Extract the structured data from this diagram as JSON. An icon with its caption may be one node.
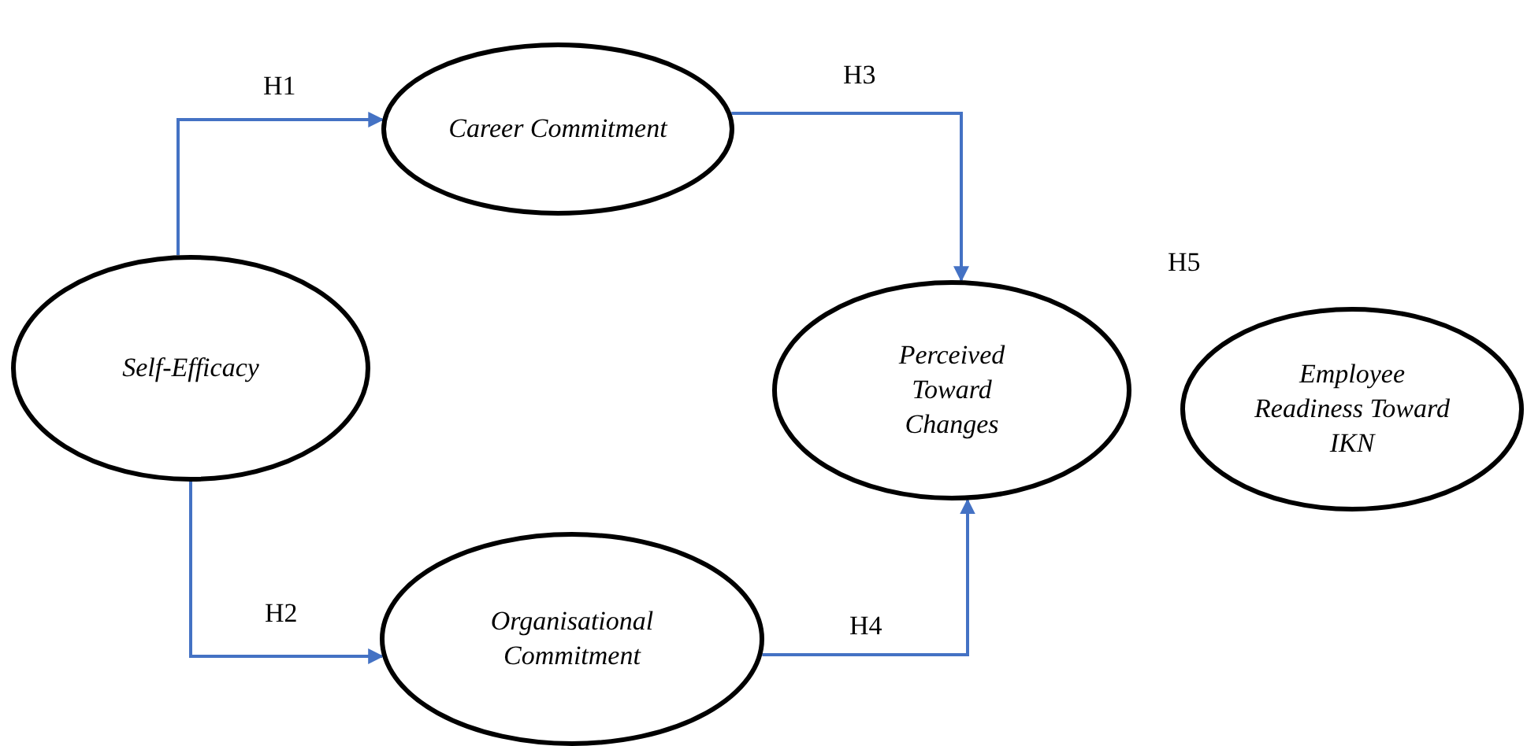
{
  "diagram": {
    "nodes": [
      {
        "text": [
          "Career Commitment"
        ]
      },
      {
        "text": [
          "Self-Efficacy"
        ]
      },
      {
        "text": [
          "Perceived Toward Changes"
        ]
      },
      {
        "text": [
          "Employee Readiness Toward IKN"
        ]
      },
      {
        "text": [
          "Organisational Commitment"
        ]
      }
    ],
    "edges": [
      {
        "from": 1,
        "to": 0,
        "arrow": "to",
        "label": "H1"
      },
      {
        "from": 0,
        "to": 2,
        "arrow": "to",
        "label": "H3"
      },
      {
        "from": 1,
        "to": 4,
        "arrow": "to",
        "label": "H2"
      },
      {
        "from": 4,
        "to": 2,
        "arrow": "to",
        "label": "H4"
      }
    ],
    "labels": [
      "H5"
    ]
  }
}
